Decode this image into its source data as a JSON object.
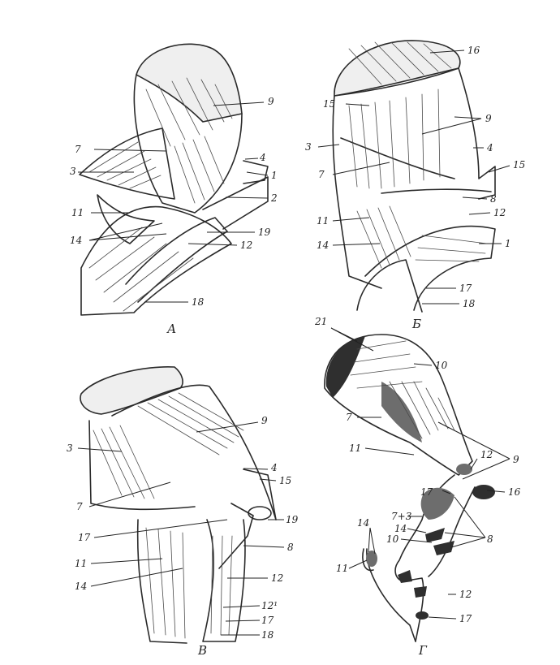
{
  "panels": [
    {
      "id": "a",
      "caption": "А"
    },
    {
      "id": "b",
      "caption": "Б"
    },
    {
      "id": "v",
      "caption": "В"
    },
    {
      "id": "g",
      "caption": "Г"
    }
  ],
  "labels": {
    "a": [
      "9",
      "7",
      "3",
      "4",
      "1",
      "2",
      "11",
      "14",
      "19",
      "12",
      "18"
    ],
    "b": [
      "16",
      "15",
      "9",
      "3",
      "4",
      "7",
      "15",
      "8",
      "11",
      "12",
      "14",
      "1",
      "17",
      "18"
    ],
    "v": [
      "3",
      "9",
      "4",
      "15",
      "7",
      "19",
      "17",
      "8",
      "11",
      "12",
      "14",
      "12¹",
      "17",
      "18"
    ],
    "g": [
      "21",
      "10",
      "7",
      "11",
      "12",
      "9",
      "17",
      "16",
      "7+3",
      "14",
      "10",
      "8",
      "14",
      "11",
      "12",
      "17"
    ]
  }
}
